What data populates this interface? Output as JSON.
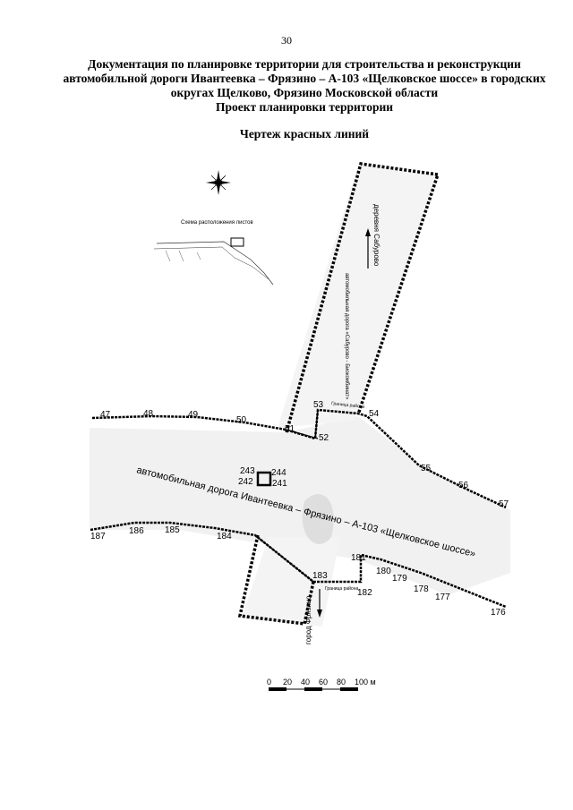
{
  "page_number": "30",
  "title_lines": [
    "Документация по планировке территории для строительства и реконструкции",
    "автомобильной дороги Ивантеевка – Фрязино – А-103 «Щелковское шоссе» в городских",
    "округах Щелково, Фрязино Московской области",
    "Проект планировки территории"
  ],
  "drawing_title": "Чертеж красных линий",
  "inset": {
    "title": "Схема расположения листов"
  },
  "road_labels": {
    "main_road": "автомобильная дорога Ивантеевка – Фрязино – А-103 «Щелковское шоссе»",
    "side_road_north": "автомобильная дорога «Сабурово - Биокомбинат»",
    "direction_north": "деревня Сабурово",
    "direction_south": "город Фрязино",
    "boundary_north": "Граница района",
    "boundary_south": "Граница района"
  },
  "point_labels": {
    "p47": "47",
    "p48": "48",
    "p49": "49",
    "p50": "50",
    "p51": "51",
    "p52": "52",
    "p53": "53",
    "p54": "54",
    "p55": "55",
    "p56": "56",
    "p57": "57",
    "p187": "187",
    "p186": "186",
    "p185": "185",
    "p184": "184",
    "p183": "183",
    "p181": "181",
    "p180": "180",
    "p179": "179",
    "p178": "178",
    "p177": "177",
    "p176": "176",
    "p182": "182",
    "p243": "243",
    "p244": "244",
    "p242": "242",
    "p241": "241"
  },
  "scale_bar": {
    "ticks": [
      "0",
      "20",
      "40",
      "60",
      "80",
      "100 м"
    ]
  }
}
